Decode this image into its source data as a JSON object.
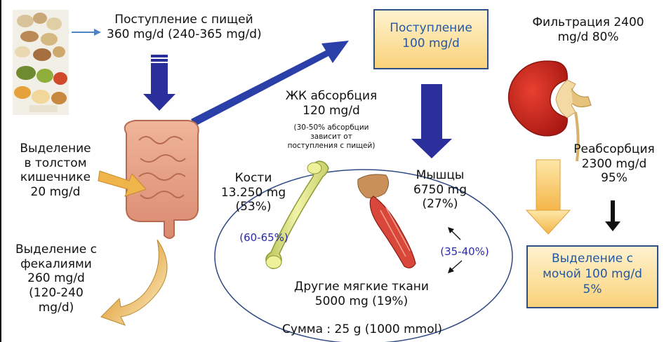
{
  "intake": {
    "line1": "Поступление с пищей",
    "line2": "360 mg/d (240-365 mg/d)"
  },
  "intake_box": {
    "line1": "Поступление",
    "line2": "100 mg/d"
  },
  "filtration": {
    "line1": "Фильтрация 2400",
    "line2": "mg/d 80%"
  },
  "absorption": {
    "line1": "ЖК абсорбция",
    "line2": "120 mg/d",
    "note1": "(30-50% абсорбции",
    "note2": "зависит от",
    "note3": "поступления с пищей)"
  },
  "colon_excretion": {
    "line1": "Выделение",
    "line2": "в толстом",
    "line3": "кишечнике",
    "line4": "20 mg/d"
  },
  "bones": {
    "line1": "Кости",
    "line2": "13.250 mg",
    "line3": "(53%)",
    "range": "(60-65%)"
  },
  "muscles": {
    "line1": "Мышцы",
    "line2": "6750 mg",
    "line3": "(27%)",
    "range": "(35-40%)"
  },
  "reabsorption": {
    "line1": "Реабсорбция",
    "line2": "2300 mg/d",
    "line3": "95%"
  },
  "feces": {
    "line1": "Выделение с",
    "line2": "фекалиями",
    "line3": "260 mg/d",
    "line4": "(120-240",
    "line5": "mg/d)"
  },
  "soft_tissue": {
    "line1": "Другие мягкие ткани",
    "line2": "5000 mg (19%)"
  },
  "urine_box": {
    "line1": "Выделение с",
    "line2": "мочой 100 mg/d",
    "line3": "5%"
  },
  "total": {
    "label": "Сумма : 25 g (1000 mmol)"
  },
  "colors": {
    "arrow_blue": "#2b2f9c",
    "box_border": "#2d4f86",
    "box_text": "#2457a3",
    "ellipse": "#2e4a84",
    "range_text": "#2a2aa8"
  }
}
